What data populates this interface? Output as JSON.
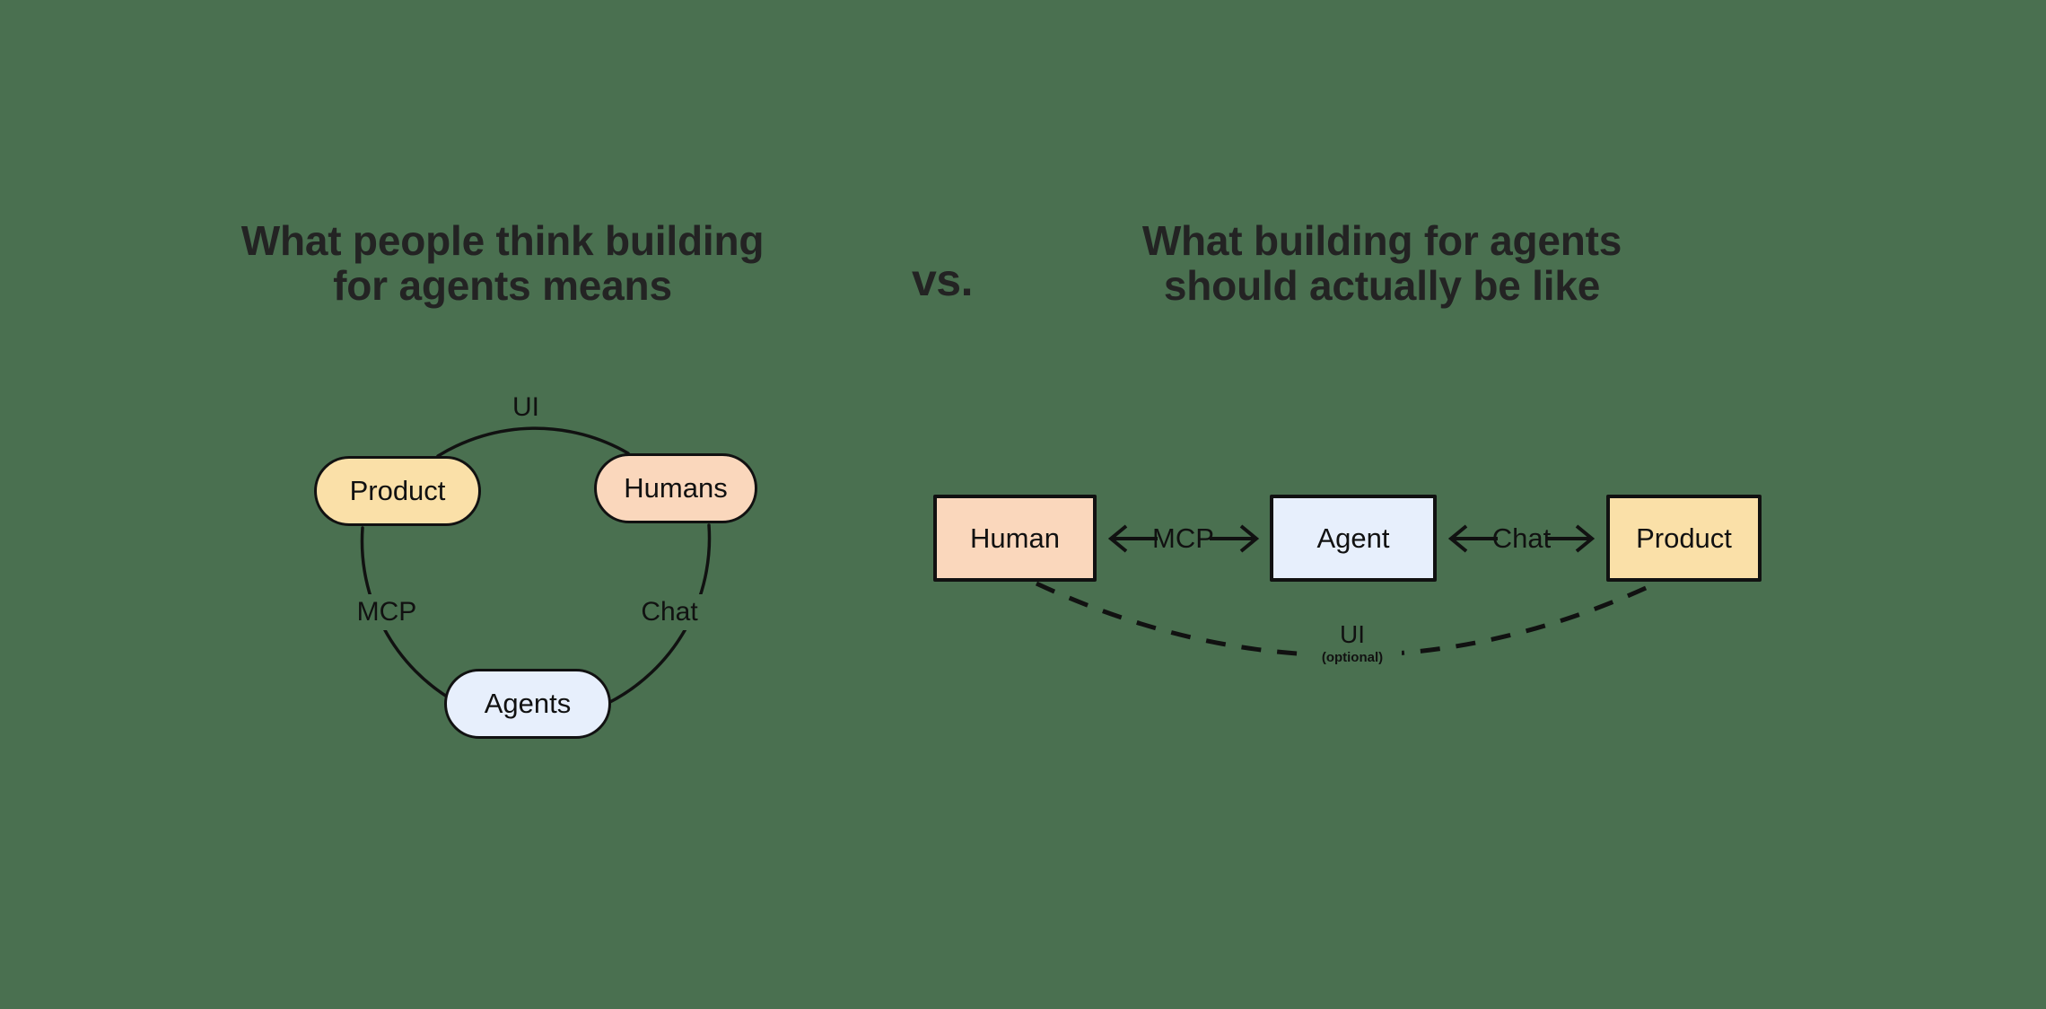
{
  "background_color": "#4a7050",
  "panels": {
    "left": {
      "heading_lines": [
        "What people think building",
        "for agents means"
      ],
      "nodes": [
        {
          "id": "product",
          "label": "Product",
          "color": "#fae0a8"
        },
        {
          "id": "humans",
          "label": "Humans",
          "color": "#fad7bc"
        },
        {
          "id": "agents",
          "label": "Agents",
          "color": "#e7effc"
        }
      ],
      "edges": [
        {
          "id": "ui",
          "label": "UI",
          "from": "product",
          "to": "humans"
        },
        {
          "id": "mcp",
          "label": "MCP",
          "from": "product",
          "to": "agents"
        },
        {
          "id": "chat",
          "label": "Chat",
          "from": "humans",
          "to": "agents"
        }
      ]
    },
    "divider": {
      "label": "vs."
    },
    "right": {
      "heading_lines": [
        "What building for agents",
        "should actually be like"
      ],
      "nodes": [
        {
          "id": "human",
          "label": "Human",
          "color": "#fad7bc"
        },
        {
          "id": "agent",
          "label": "Agent",
          "color": "#e7effc"
        },
        {
          "id": "product",
          "label": "Product",
          "color": "#fae0a8"
        }
      ],
      "connectors": [
        {
          "id": "mcp",
          "label": "MCP",
          "left_arrow": "←",
          "right_arrow": "→",
          "from": "human",
          "to": "agent"
        },
        {
          "id": "chat",
          "label": "Chat",
          "left_arrow": "←",
          "right_arrow": "→",
          "from": "agent",
          "to": "product"
        }
      ],
      "dashed_edge": {
        "label": "UI",
        "sublabel": "(optional)",
        "from": "human",
        "to": "product",
        "style": "dashed"
      }
    }
  }
}
